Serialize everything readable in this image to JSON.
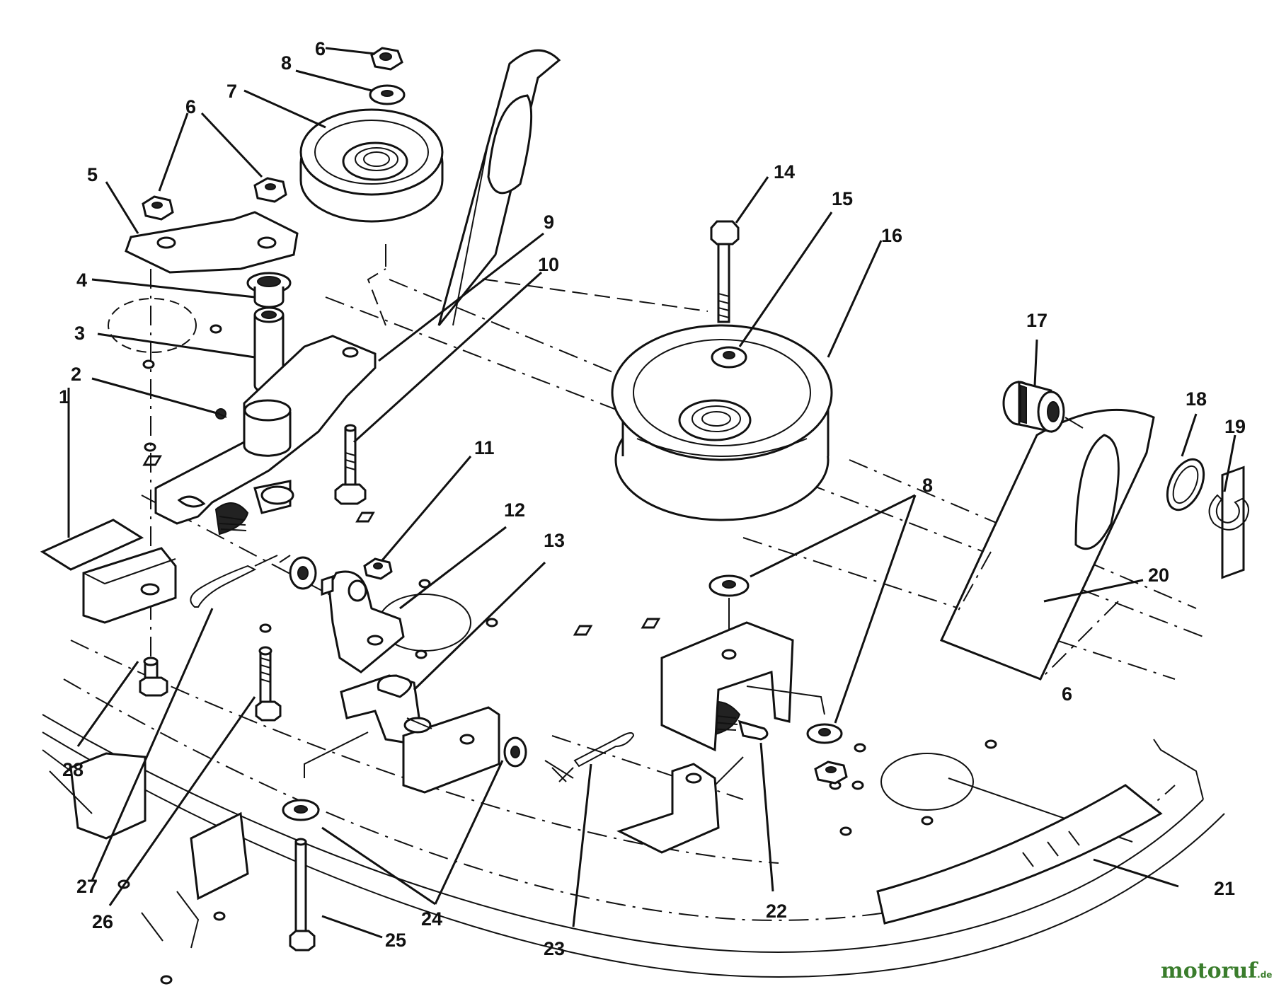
{
  "callouts": {
    "c1": "1",
    "c2": "2",
    "c3": "3",
    "c4": "4",
    "c5": "5",
    "c6a": "6",
    "c6b": "6",
    "c6c": "6",
    "c7": "7",
    "c8a": "8",
    "c8b": "8",
    "c9": "9",
    "c10": "10",
    "c11": "11",
    "c12": "12",
    "c13": "13",
    "c14": "14",
    "c15": "15",
    "c16": "16",
    "c17": "17",
    "c18": "18",
    "c19": "19",
    "c20": "20",
    "c21": "21",
    "c22": "22",
    "c23": "23",
    "c24": "24",
    "c25": "25",
    "c26": "26",
    "c27": "27",
    "c28": "28"
  },
  "watermark": {
    "brand": "motoruf",
    "suffix": ".de",
    "colors": {
      "m": "#3a7d2c",
      "o": "#d8432a",
      "rest": "#3a7d2c"
    }
  }
}
